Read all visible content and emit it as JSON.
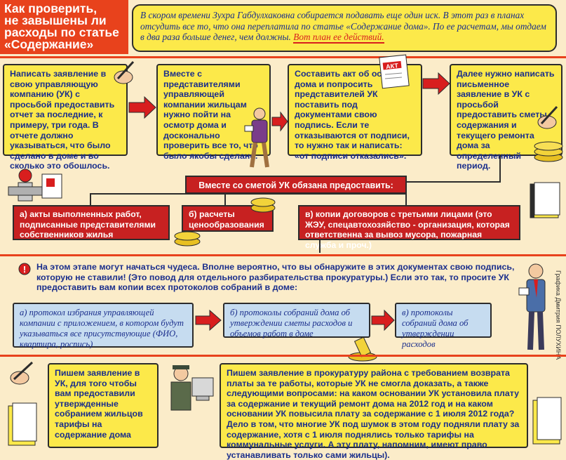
{
  "title": {
    "lines": [
      "Как проверить,",
      "не завышены ли",
      "расходы по статье",
      "«Содержание»"
    ]
  },
  "intro": {
    "text": "В скором времени Зухра Габдулхаковна собирается подавать еще один иск. В этот раз в планах отсудить все то, что она переплатила по статье «Содержание дома». По ее расчетам, мы отдаем в два раза больше денег, чем должны.",
    "plan_link": "Вот план ее действий."
  },
  "steps": [
    "Написать заявление в свою управляющую компанию (УК) с просьбой предоставить отчет за последние, к примеру, три года. В отчете должно указываться, что было сделано в доме и во сколько это обошлось.",
    "Вместе с представителями управляющей компании жильцам нужно пойти на осмотр дома и досконально проверить все то, что было якобы сделано.",
    "Составить акт об осмотре дома и попросить представителей УК поставить под документами свою подпись. Если те отказываются от подписи, то нужно так и написать: «от подписи отказались».",
    "Далее нужно написать письменное заявление в УК с просьбой предоставить сметы содержания и текущего ремонта дома за определенный период."
  ],
  "act_label": "АКТ",
  "banner": "Вместе со сметой УК обязана предоставить:",
  "provide": [
    "а) акты выполненных работ, подписанные представителями собственников жилья",
    "б) расчеты ценообразования",
    "в) копии договоров с третьими лицами (это ЖЭУ, спецавтохозяйство - организация, которая ответственна за вывоз мусора, пожарная служба и проч.)"
  ],
  "warning": {
    "icon": "!",
    "text": "На этом этапе могут начаться чудеса. Вполне вероятно, что вы обнаружите в этих документах свою подпись, которую не ставили! (Это повод для отдельного разбирательства прокуратуры.) Если это так, то просите УК предоставить вам копии всех протоколов собраний в доме:"
  },
  "protocols": [
    "а) протокол избрания управляющей компании с приложением, в котором будут указываться все присутствующие (ФИО, квартира, роспись)",
    "б) протоколы собраний дома об утверждении сметы расходов и объемов работ в доме",
    "в) протоколы собраний дома об утверждении расходов"
  ],
  "bottom": {
    "left": "Пишем заявление в УК, для того чтобы вам предоставили утвержденные собранием жильцов тарифы на содержание дома",
    "right": "Пишем заявление в прокуратуру района с требованием возврата платы за те работы, которые УК не смогла доказать, а также следующими вопросами: на каком основании УК установила плату за содержание и текущий ремонт дома на 2012 год и на каком основании УК повысила плату за содержание с 1 июля 2012 года? Дело в том, что многие УК под шумок в этом году подняли плату за содержание, хотя с 1 июля поднялись только тарифы на коммунальные услуги. А эту плату, напомним, имеют право устанавливать только сами жильцы)."
  },
  "credit": "Графика Дмитрия ПОЛУХИНА",
  "colors": {
    "accent": "#e8421c",
    "yellow": "#fce94a",
    "red": "#c72121",
    "blue": "#c6dcf0",
    "text": "#1a2e8c",
    "background": "#fbecc9"
  }
}
